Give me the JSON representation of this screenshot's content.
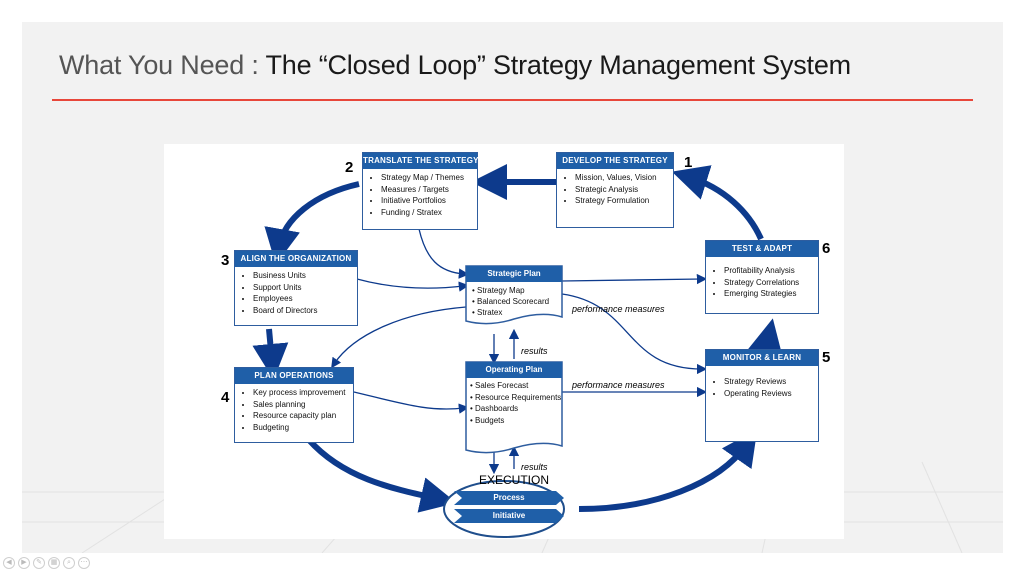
{
  "title": {
    "prefix": "What You Need : ",
    "main": "The “Closed Loop” Strategy Management System"
  },
  "colors": {
    "accent_rule": "#e8473a",
    "box_header": "#1f5fa8",
    "arrow": "#0d3a8c"
  },
  "diagram": {
    "develop": {
      "number": "1",
      "header": "DEVELOP THE STRATEGY",
      "items": [
        "Mission, Values, Vision",
        "Strategic Analysis",
        "Strategy Formulation"
      ]
    },
    "translate": {
      "number": "2",
      "header": "TRANSLATE THE STRATEGY",
      "items": [
        "Strategy Map / Themes",
        "Measures / Targets",
        "Initiative Portfolios",
        "Funding / Stratex"
      ]
    },
    "align": {
      "number": "3",
      "header": "ALIGN THE ORGANIZATION",
      "items": [
        "Business Units",
        "Support Units",
        "Employees",
        "Board of Directors"
      ]
    },
    "plan_ops": {
      "number": "4",
      "header": "PLAN OPERATIONS",
      "items": [
        "Key process improvement",
        "Sales planning",
        "Resource capacity plan",
        "Budgeting"
      ]
    },
    "monitor": {
      "number": "5",
      "header": "MONITOR & LEARN",
      "items": [
        "Strategy Reviews",
        "Operating Reviews"
      ]
    },
    "test": {
      "number": "6",
      "header": "TEST & ADAPT",
      "items": [
        "Profitability Analysis",
        "Strategy Correlations",
        "Emerging Strategies"
      ]
    },
    "strategic_plan": {
      "header": "Strategic Plan",
      "items": [
        "• Strategy Map",
        "• Balanced Scorecard",
        "• Stratex"
      ]
    },
    "operating_plan": {
      "header": "Operating Plan",
      "items": [
        "• Sales Forecast",
        "• Resource Requirements",
        "• Dashboards",
        "• Budgets"
      ]
    },
    "execution": {
      "title": "EXECUTION",
      "process": "Process",
      "initiative": "Initiative"
    },
    "labels": {
      "perf_top": "performance measures",
      "perf_bottom": "performance measures",
      "results_top": "results",
      "results_bottom": "results"
    }
  },
  "controls": [
    "prev-icon",
    "next-icon",
    "pen-icon",
    "slides-icon",
    "zoom-icon",
    "more-icon"
  ]
}
